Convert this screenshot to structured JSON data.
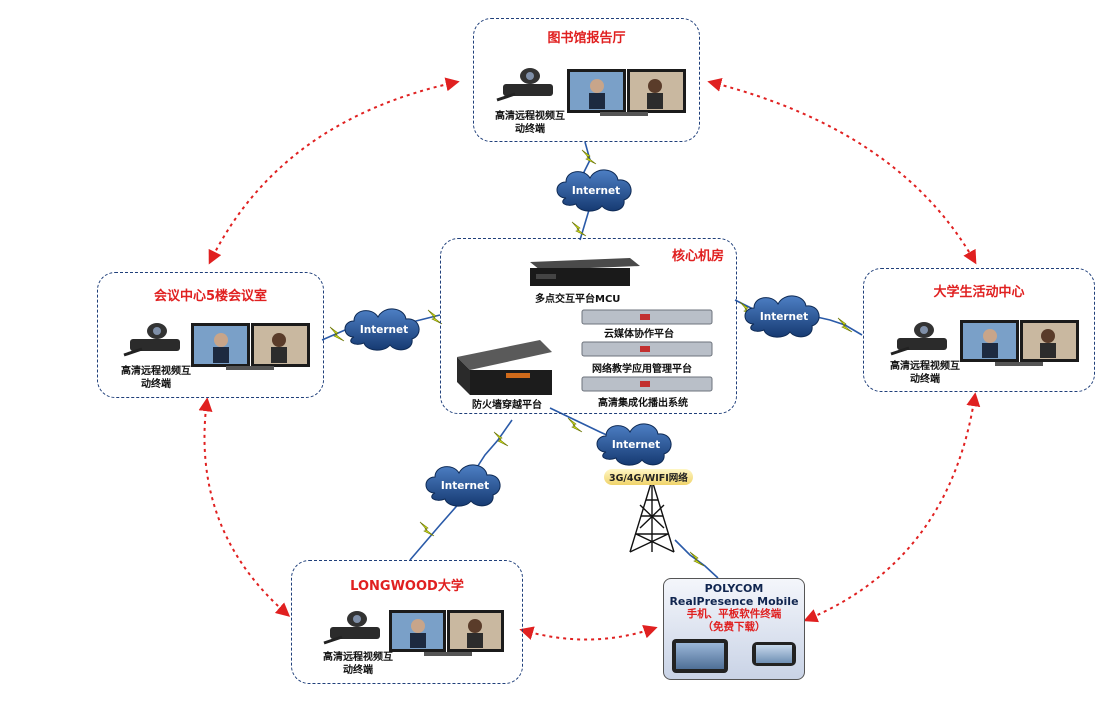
{
  "sites": {
    "library": {
      "title": "图书馆报告厅",
      "caption": "高清远程视频互动终端"
    },
    "meeting": {
      "title": "会议中心5楼会议室",
      "caption": "高清远程视频互动终端"
    },
    "student": {
      "title": "大学生活动中心",
      "caption": "高清远程视频互动终端"
    },
    "longwood": {
      "title": "LONGWOOD大学",
      "caption": "高清远程视频互动终端"
    }
  },
  "core": {
    "title": "核心机房",
    "mcu": "多点交互平台MCU",
    "firewall": "防火墙穿越平台",
    "servers": [
      "云媒体协作平台",
      "网络教学应用管理平台",
      "高清集成化播出系统"
    ]
  },
  "clouds": [
    "Internet",
    "Internet",
    "Internet",
    "Internet",
    "Internet"
  ],
  "tower_label": "3G/4G/WIFI网络",
  "polycom": {
    "line1": "POLYCOM",
    "line2": "RealPresence Mobile",
    "line3": "手机、平板软件终端",
    "line4": "（免费下载）"
  },
  "colors": {
    "accent_red": "#e02020",
    "box_border": "#1f3f7a",
    "cloud": "#1e4a86",
    "lightning": "#c8d400"
  }
}
